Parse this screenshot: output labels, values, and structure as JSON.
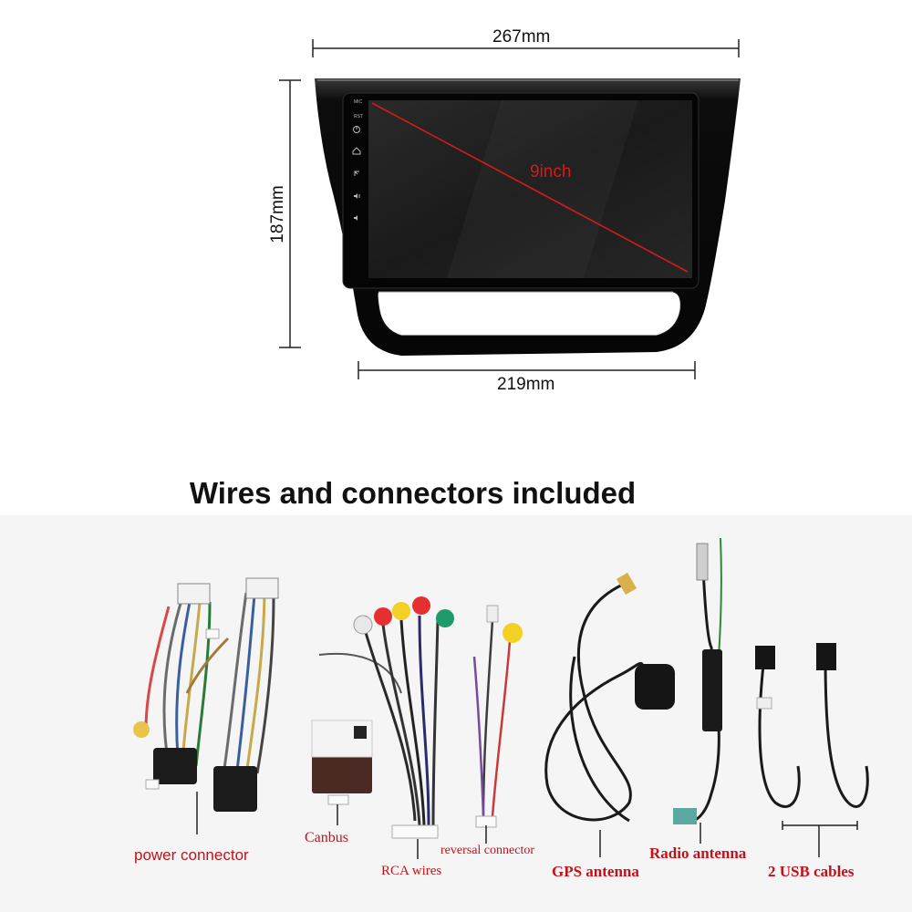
{
  "dimensions": {
    "width_top": "267mm",
    "height": "187mm",
    "width_bottom": "219mm",
    "diagonal": "9inch"
  },
  "section_title": "Wires and connectors included",
  "items": [
    {
      "key": "power",
      "label": "power connector"
    },
    {
      "key": "canbus",
      "label": "Canbus"
    },
    {
      "key": "rca",
      "label": "RCA wires"
    },
    {
      "key": "reversal",
      "label": "reversal connector"
    },
    {
      "key": "gps",
      "label": "GPS antenna"
    },
    {
      "key": "radio",
      "label": "Radio antenna"
    },
    {
      "key": "usb",
      "label": "2 USB cables"
    }
  ],
  "colors": {
    "accent": "#c1121a",
    "frame": "#0d0d0d",
    "screen": "#1e1e1e"
  },
  "icons": [
    "home-icon",
    "back-icon",
    "volume-up-icon",
    "volume-down-icon",
    "power-icon"
  ]
}
